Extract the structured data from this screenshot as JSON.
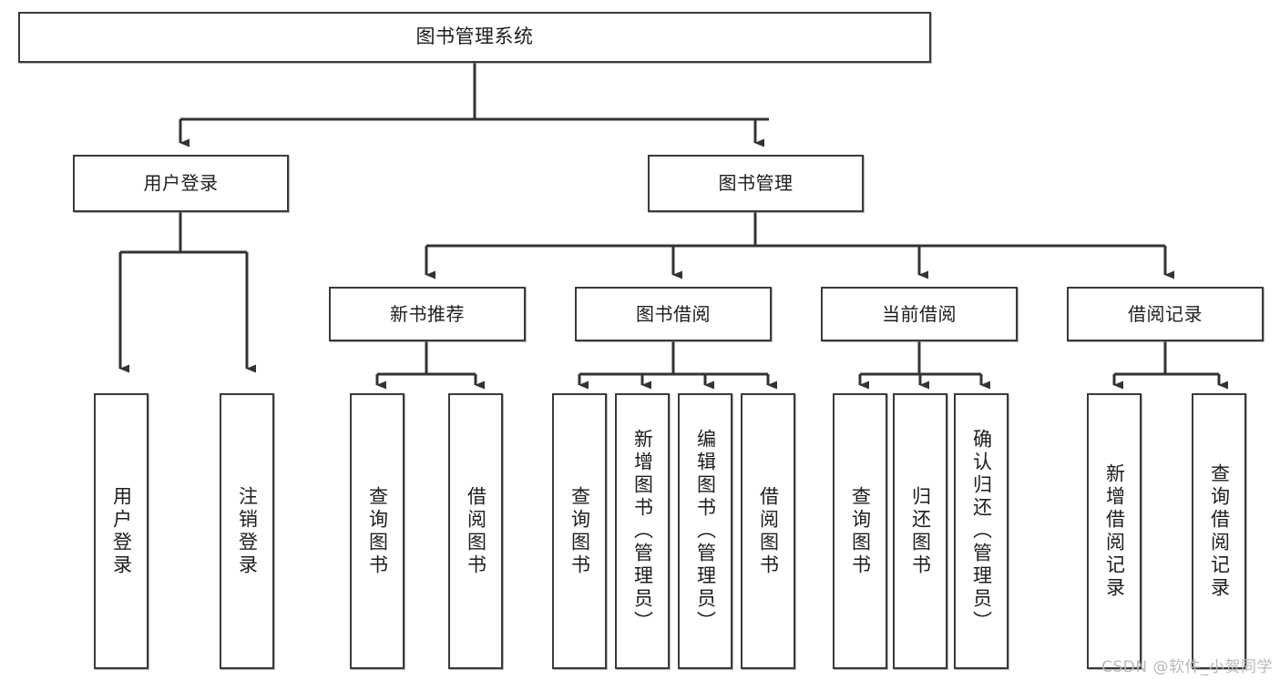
{
  "diagram": {
    "title": "图书管理系统",
    "type": "tree-hierarchy-diagram",
    "watermark": "CSDN @软件_小贺同学",
    "colors": {
      "box_border": "#3a3a3a",
      "box_fill": "#ffffff",
      "connector": "#333333",
      "text": "#1d1d1d",
      "watermark": "#b9b9b9",
      "background": "#ffffff"
    },
    "root": {
      "label": "图书管理系统"
    },
    "level2": [
      {
        "label": "用户登录"
      },
      {
        "label": "图书管理"
      }
    ],
    "level3": [
      {
        "label": "新书推荐"
      },
      {
        "label": "图书借阅"
      },
      {
        "label": "当前借阅"
      },
      {
        "label": "借阅记录"
      }
    ],
    "leaves": {
      "user_login": [
        {
          "label": "用户登录"
        },
        {
          "label": "注销登录"
        }
      ],
      "new_book_recommend": [
        {
          "label": "查询图书"
        },
        {
          "label": "借阅图书"
        }
      ],
      "book_borrow": [
        {
          "label": "查询图书"
        },
        {
          "label": "新增图书（管理员）"
        },
        {
          "label": "编辑图书（管理员）"
        },
        {
          "label": "借阅图书"
        }
      ],
      "current_borrow": [
        {
          "label": "查询图书"
        },
        {
          "label": "归还图书"
        },
        {
          "label": "确认归还（管理员）"
        }
      ],
      "borrow_record": [
        {
          "label": "新增借阅记录"
        },
        {
          "label": "查询借阅记录"
        }
      ]
    }
  }
}
